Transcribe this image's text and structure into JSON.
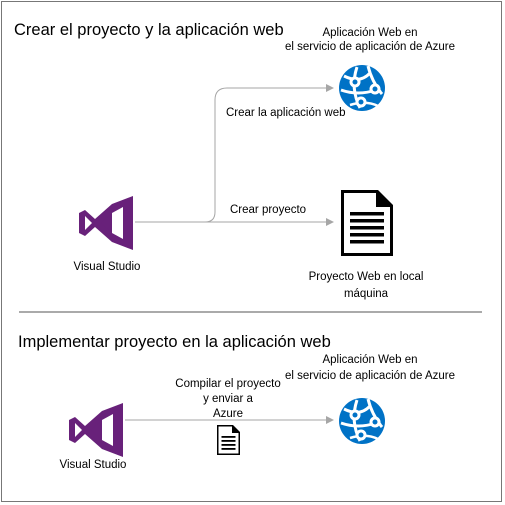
{
  "section1": {
    "title": "Crear el proyecto y la aplicación web",
    "azure_label_line1": "Aplicación Web en",
    "azure_label_line2": "el servicio de aplicación de Azure",
    "arrow_up_label": "Crear la aplicación web",
    "arrow_right_label": "Crear proyecto",
    "vs_label": "Visual Studio",
    "doc_label_line1": "Proyecto Web en local",
    "doc_label_line2": "máquina"
  },
  "section2": {
    "title": "Implementar proyecto en la aplicación web",
    "azure_label_line1": "Aplicación Web en",
    "azure_label_line2": "el servicio de aplicación de Azure",
    "arrow_label_line1": "Compilar el proyecto",
    "arrow_label_line2": "y enviar a",
    "arrow_label_line3": "Azure",
    "vs_label": "Visual Studio"
  },
  "colors": {
    "vs_purple": "#68217a",
    "azure_blue": "#0072c6",
    "connector_gray": "#a6a6a6",
    "divider": "#555555"
  }
}
